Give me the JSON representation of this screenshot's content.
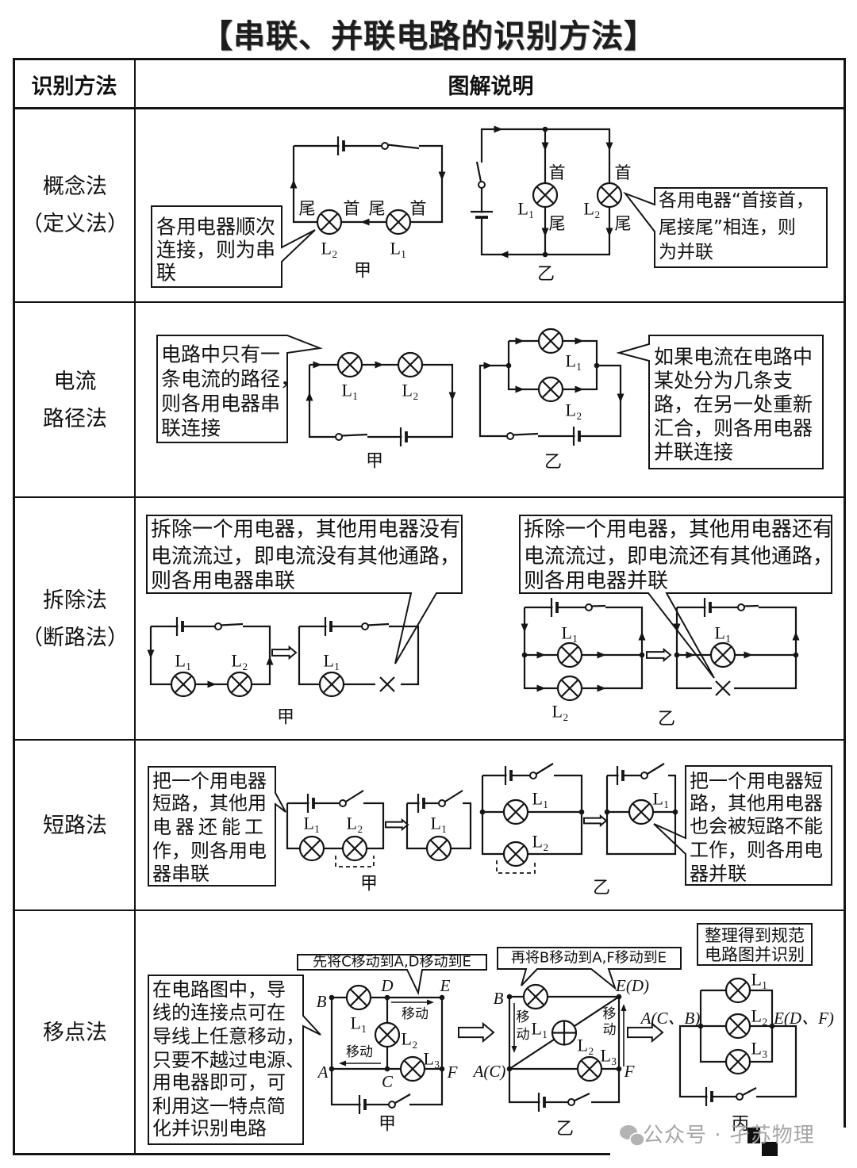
{
  "title": "【串联、并联电路的识别方法】",
  "header": {
    "method": "识别方法",
    "illustration": "图解说明"
  },
  "rows": [
    {
      "method": [
        "概念法",
        "（定义法）"
      ],
      "jia": {
        "caption": "甲",
        "callout": [
          "各用电器顺次",
          "连接，则为串",
          "联"
        ],
        "terminals": [
          "尾",
          "首",
          "尾",
          "首"
        ],
        "lamps": [
          "L₂",
          "L₁"
        ]
      },
      "yi": {
        "caption": "乙",
        "callout": [
          "各用电器“首接首，",
          "尾接尾”相连，则",
          "为并联"
        ],
        "terminals": [
          "首",
          "尾",
          "首",
          "尾"
        ],
        "lamps": [
          "L₁",
          "L₂"
        ]
      }
    },
    {
      "method": [
        "电流",
        "路径法"
      ],
      "jia": {
        "caption": "甲",
        "callout": [
          "电路中只有一",
          "条电流的路径，",
          "则各用电器串",
          "联连接"
        ],
        "lamps": [
          "L₁",
          "L₂"
        ]
      },
      "yi": {
        "caption": "乙",
        "callout": [
          "如果电流在电路中",
          "某处分为几条支",
          "路，在另一处重新",
          "汇合，则各用电器",
          "并联连接"
        ],
        "lamps": [
          "L₁",
          "L₂"
        ]
      }
    },
    {
      "method": [
        "拆除法",
        "（断路法）"
      ],
      "jia": {
        "caption": "甲",
        "callout": [
          "拆除一个用电器，其他用电器没有",
          "电流流过，即电流没有其他通路，",
          "则各用电器串联"
        ],
        "lamps_before": [
          "L₁",
          "L₂"
        ],
        "lamps_after": [
          "L₁"
        ]
      },
      "yi": {
        "caption": "乙",
        "callout": [
          "拆除一个用电器，其他用电器还有",
          "电流流过，即电流还有其他通路，",
          "则各用电器并联"
        ],
        "lamps_before": [
          "L₁",
          "L₂"
        ],
        "lamps_after": [
          "L₁"
        ]
      }
    },
    {
      "method": [
        "短路法"
      ],
      "jia": {
        "caption": "甲",
        "callout": [
          "把一个用电器",
          "短路，其他用",
          "电器还能工",
          "作，则各用电",
          "器串联"
        ],
        "lamps_before": [
          "L₁",
          "L₂"
        ],
        "lamps_after": [
          "L₁"
        ]
      },
      "yi": {
        "caption": "乙",
        "callout": [
          "把一个用电器短",
          "路，其他用电器",
          "也会被短路不能",
          "工作，则各用电",
          "器并联"
        ],
        "lamps_before": [
          "L₁",
          "L₂"
        ],
        "lamps_after": [
          "L₁"
        ]
      }
    },
    {
      "method": [
        "移点法"
      ],
      "intro": [
        "在电路图中，导",
        "线的连接点可在",
        "导线上任意移动，",
        "只要不越过电源、",
        "用电器即可，可",
        "利用这一特点简",
        "化并识别电路"
      ],
      "jia": {
        "caption": "甲",
        "step": "先将C移动到A,D移动到E",
        "nodes": [
          "B",
          "D",
          "E",
          "A",
          "C",
          "F"
        ],
        "lamps": [
          "L₁",
          "L₂",
          "L₃"
        ],
        "move": [
          "移动",
          "移动"
        ]
      },
      "yi": {
        "caption": "乙",
        "step": "再将B移动到A,F移动到E",
        "nodes": [
          "B",
          "E(D)",
          "A(C)",
          "F"
        ],
        "lamps": [
          "L₁",
          "L₂",
          "L₃"
        ],
        "move": [
          "移",
          "动",
          "移",
          "动"
        ]
      },
      "bing": {
        "caption": "丙",
        "step": [
          "整理得到规范",
          "电路图并识别"
        ],
        "nodes": [
          "A(C、B)",
          "E(D、F)"
        ],
        "lamps": [
          "L₁",
          "L₂",
          "L₃"
        ]
      }
    }
  ],
  "watermark": {
    "icon": "wechat-icon",
    "text": "公众号 · 孑苏物理"
  }
}
